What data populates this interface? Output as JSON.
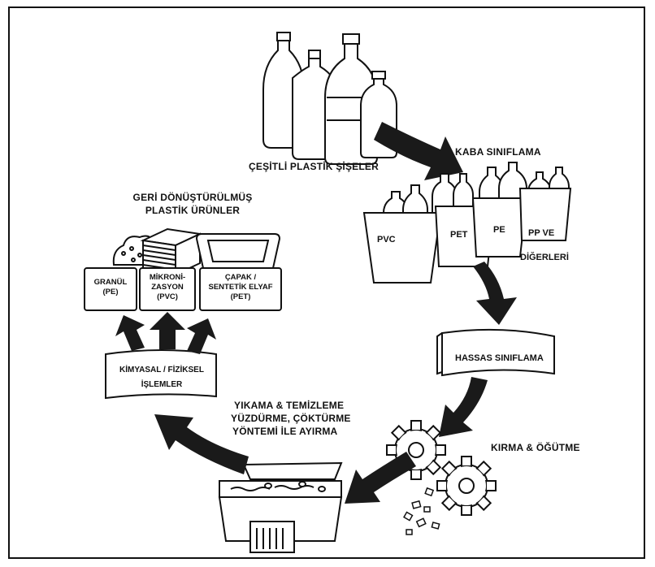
{
  "labels": {
    "bottles": "ÇEŞİTLİ PLASTİK ŞİŞELER",
    "rough_sort": "KABA SINIFLAMA",
    "fine_sort": "HASSAS SINIFLAMA",
    "crush": "KIRMA & ÖĞÜTME",
    "wash_line1": "YIKAMA & TEMİZLEME",
    "wash_line2": "YÜZDÜRME, ÇÖKTÜRME",
    "wash_line3": "YÖNTEMİ İLE AYIRMA",
    "chem_line1": "KİMYASAL / FİZİKSEL",
    "chem_line2": "İŞLEMLER",
    "products_line1": "GERİ DÖNÜŞTÜRÜLMÜŞ",
    "products_line2": "PLASTİK ÜRÜNLER"
  },
  "bins": {
    "pvc": "PVC",
    "pet": "PET",
    "pe": "PE",
    "pp_line1": "PP VE",
    "pp_line2": "DİĞERLERİ"
  },
  "products": {
    "granul_line1": "GRANÜL",
    "granul_line2": "(PE)",
    "mikro_line1": "MİKRONİ-",
    "mikro_line2": "ZASYON",
    "mikro_line3": "(PVC)",
    "capak_line1": "ÇAPAK /",
    "capak_line2": "SENTETİK ELYAF",
    "capak_line3": "(PET)"
  },
  "colors": {
    "ink": "#111111",
    "arrow": "#1a1a1a",
    "paper": "#ffffff"
  }
}
